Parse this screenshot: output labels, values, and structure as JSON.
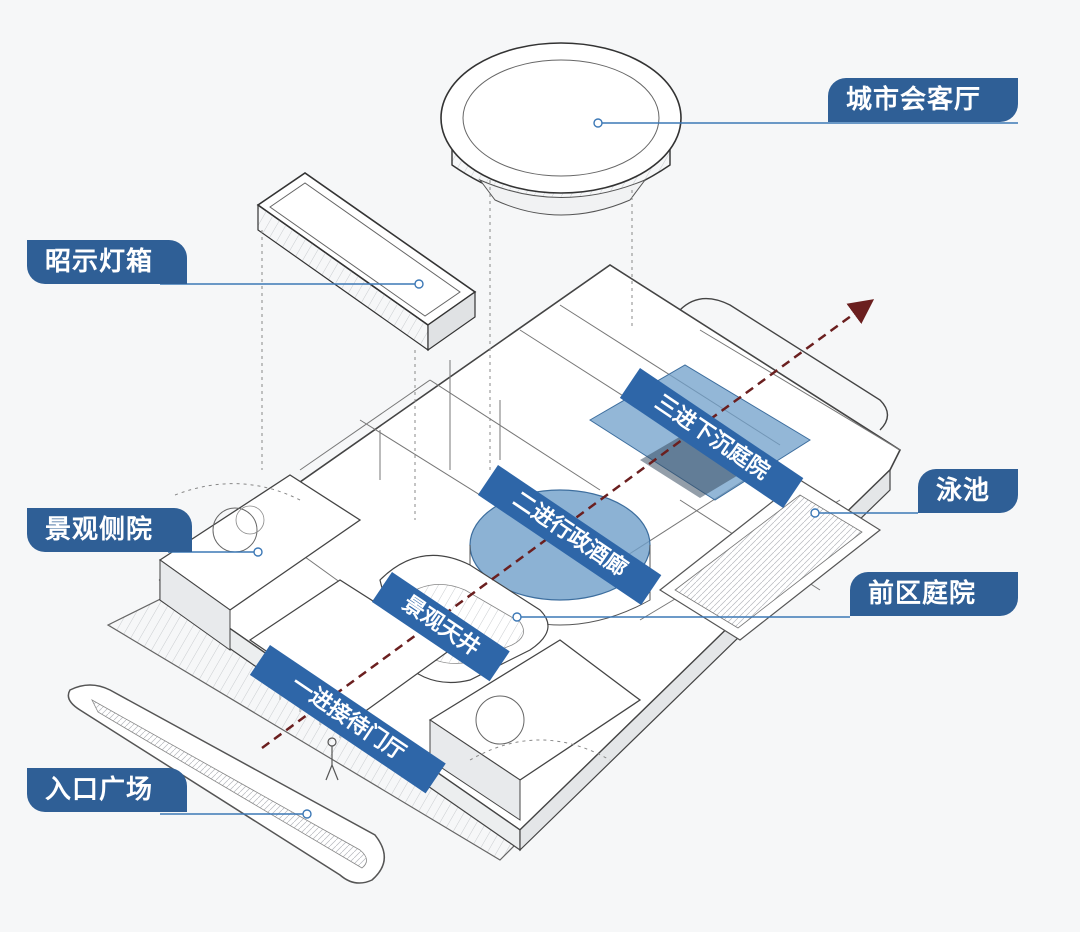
{
  "colors": {
    "background": "#f6f7f8",
    "callout": "#2f5f96",
    "tag": "#2e66a8",
    "highlight": "#6f9fc9",
    "line": "#4a4a4a",
    "axis": "#6b1f1f"
  },
  "callouts": {
    "city_lounge": "城市会客厅",
    "lightbox": "昭示灯箱",
    "pool": "泳池",
    "side_courtyard": "景观侧院",
    "front_courtyard": "前区庭院",
    "entrance_plaza": "入口广场"
  },
  "tags": {
    "reception": "一进接待门厅",
    "skylight": "景观天井",
    "exec_lounge": "二进行政酒廊",
    "sunken_court": "三进下沉庭院"
  }
}
